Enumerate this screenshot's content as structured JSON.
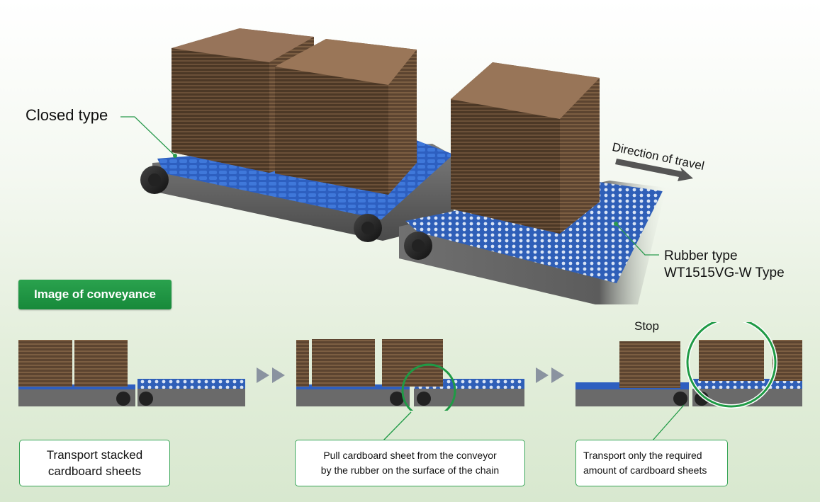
{
  "callouts": {
    "closed_type": "Closed type",
    "direction": "Direction of travel",
    "rubber_type_line1": "Rubber type",
    "rubber_type_line2": "WT1515VG-W Type"
  },
  "section_badge": "Image of conveyance",
  "steps": [
    {
      "lines": [
        "Transport stacked",
        "cardboard sheets"
      ]
    },
    {
      "lines": [
        "Pull cardboard sheet from the conveyor",
        "by the rubber on the surface of the chain"
      ]
    },
    {
      "lines": [
        "Transport only the required",
        "amount of cardboard sheets"
      ]
    }
  ],
  "stop_label": "Stop",
  "colors": {
    "accent_green": "#1f9a45",
    "chain_blue": "#2e63c4",
    "frame_gray": "#6a6a6a",
    "cardboard": "#8a6a4a"
  }
}
